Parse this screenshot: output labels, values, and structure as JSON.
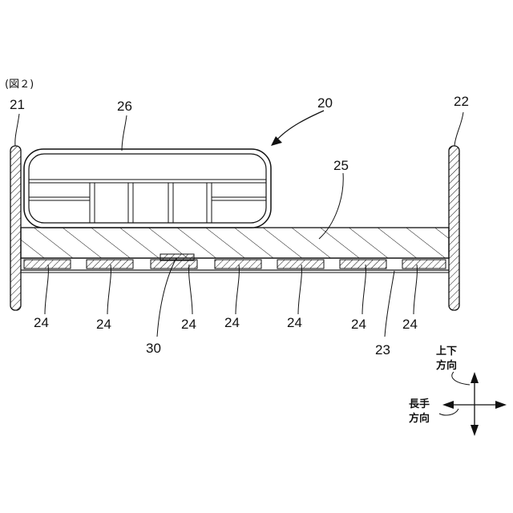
{
  "figure_caption": "(図２)",
  "labels": {
    "l20": "20",
    "l21": "21",
    "l22": "22",
    "l23": "23",
    "l24": "24",
    "l25": "25",
    "l26": "26",
    "l30": "30"
  },
  "directions": {
    "vertical_line1": "上下",
    "vertical_line2": "方向",
    "longitudinal_line1": "長手",
    "longitudinal_line2": "方向"
  }
}
